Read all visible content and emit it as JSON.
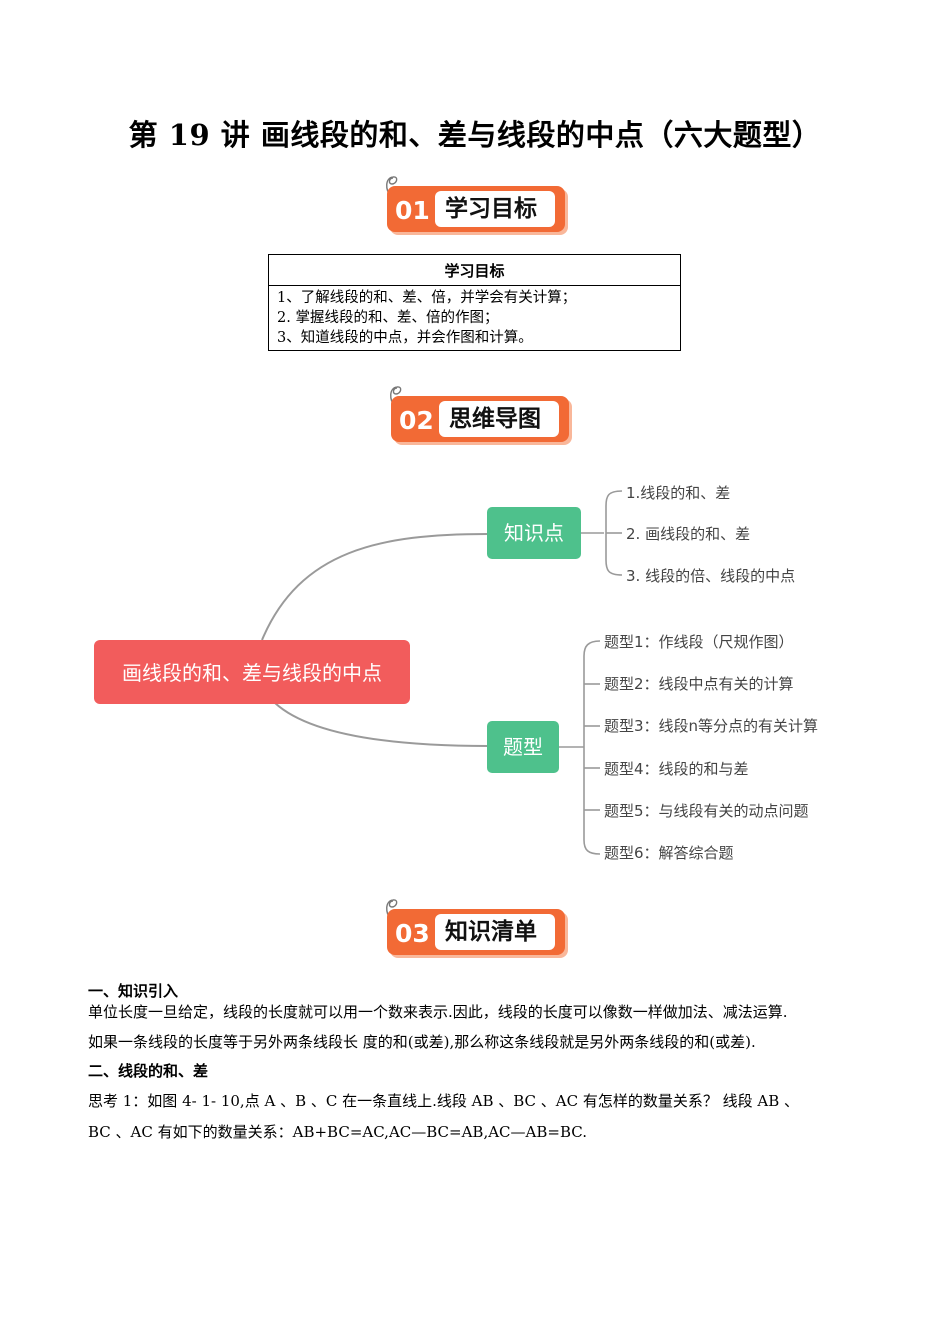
{
  "title": "第 19 讲  画线段的和、差与线段的中点（六大题型）",
  "sections": [
    {
      "num": "01",
      "label": "学习目标"
    },
    {
      "num": "02",
      "label": "思维导图"
    },
    {
      "num": "03",
      "label": "知识清单"
    }
  ],
  "objectives": {
    "header": "学习目标",
    "items": [
      "1、了解线段的和、差、倍，并学会有关计算；",
      "2.    掌握线段的和、差、倍的作图；",
      "3、知道线段的中点，并会作图和计算。"
    ]
  },
  "mindmap": {
    "root": "画线段的和、差与线段的中点",
    "branches": [
      {
        "label": "知识点",
        "items": [
          "1.线段的和、差",
          "2. 画线段的和、差",
          "3. 线段的倍、线段的中点"
        ]
      },
      {
        "label": "题型",
        "items": [
          "题型1：作线段（尺规作图）",
          "题型2：线段中点有关的计算",
          "题型3：线段n等分点的有关计算",
          "题型4：线段的和与差",
          "题型5：与线段有关的动点问题",
          "题型6：解答综合题"
        ]
      }
    ],
    "colors": {
      "root": "#f25c5c",
      "branch": "#4ec18c",
      "line": "#9a9a9a"
    }
  },
  "content": {
    "section1_title": "一、知识引入",
    "section1_lines": [
      "单位长度一旦给定，线段的长度就可以用一个数来表示.因此，线段的长度可以像数一样做加法、减法运算.",
      "如果一条线段的长度等于另外两条线段长  度的和(或差),那么称这条线段就是另外两条线段的和(或差)."
    ],
    "section2_title": "二、线段的和、差",
    "section2_lines": [
      "思考 1：如图 4- 1- 10,点 A  、B  、C  在一条直线上.线段 AB  、BC  、AC 有怎样的数量关系？  线段 AB  、",
      "BC  、AC 有如下的数量关系：AB+BC=AC,AC—BC=AB,AC—AB=BC."
    ]
  }
}
